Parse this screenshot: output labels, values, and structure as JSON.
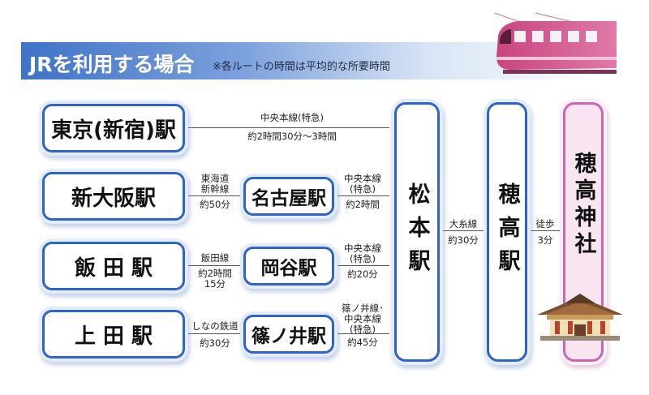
{
  "header": {
    "title": "JRを利用する場合",
    "note": "※各ルートの時間は平均的な所要時間"
  },
  "origins": {
    "tokyo": "東京(新宿)駅",
    "shinosaka": "新大阪駅",
    "iida": "飯 田 駅",
    "ueda": "上 田 駅"
  },
  "transfers": {
    "nagoya": "名古屋駅",
    "okaya": "岡谷駅",
    "shinonoi": "篠ノ井駅"
  },
  "columns": {
    "matsumoto": "松本駅",
    "hotaka": "穂高駅",
    "shrine": "穂高神社"
  },
  "routes": {
    "tokyo_line": "中央本線(特急)",
    "tokyo_time": "約2時間30分～3時間",
    "shinosaka_line1": "東海道",
    "shinosaka_line2": "新幹線",
    "shinosaka_time": "約50分",
    "nagoya_line1": "中央本線",
    "nagoya_line2": "(特急)",
    "nagoya_time": "約2時間",
    "iida_line": "飯田線",
    "iida_time1": "約2時間",
    "iida_time2": "15分",
    "okaya_line1": "中央本線",
    "okaya_line2": "(特急)",
    "okaya_time": "約20分",
    "ueda_line": "しなの鉄道",
    "ueda_time": "約30分",
    "shinonoi_line1": "篠ノ井線･",
    "shinonoi_line2": "中央本線",
    "shinonoi_line3": "(特急)",
    "shinonoi_time": "約45分",
    "oito_line": "大糸線",
    "oito_time": "約30分",
    "walk_label": "徒歩",
    "walk_time": "3分"
  },
  "colors": {
    "box_border": "#2f64c6",
    "banner_blue": "#3f73c7",
    "shrine_pink": "#c86aa8",
    "train_pink": "#c8457f"
  },
  "icons": [
    "train-icon",
    "shrine-icon"
  ]
}
